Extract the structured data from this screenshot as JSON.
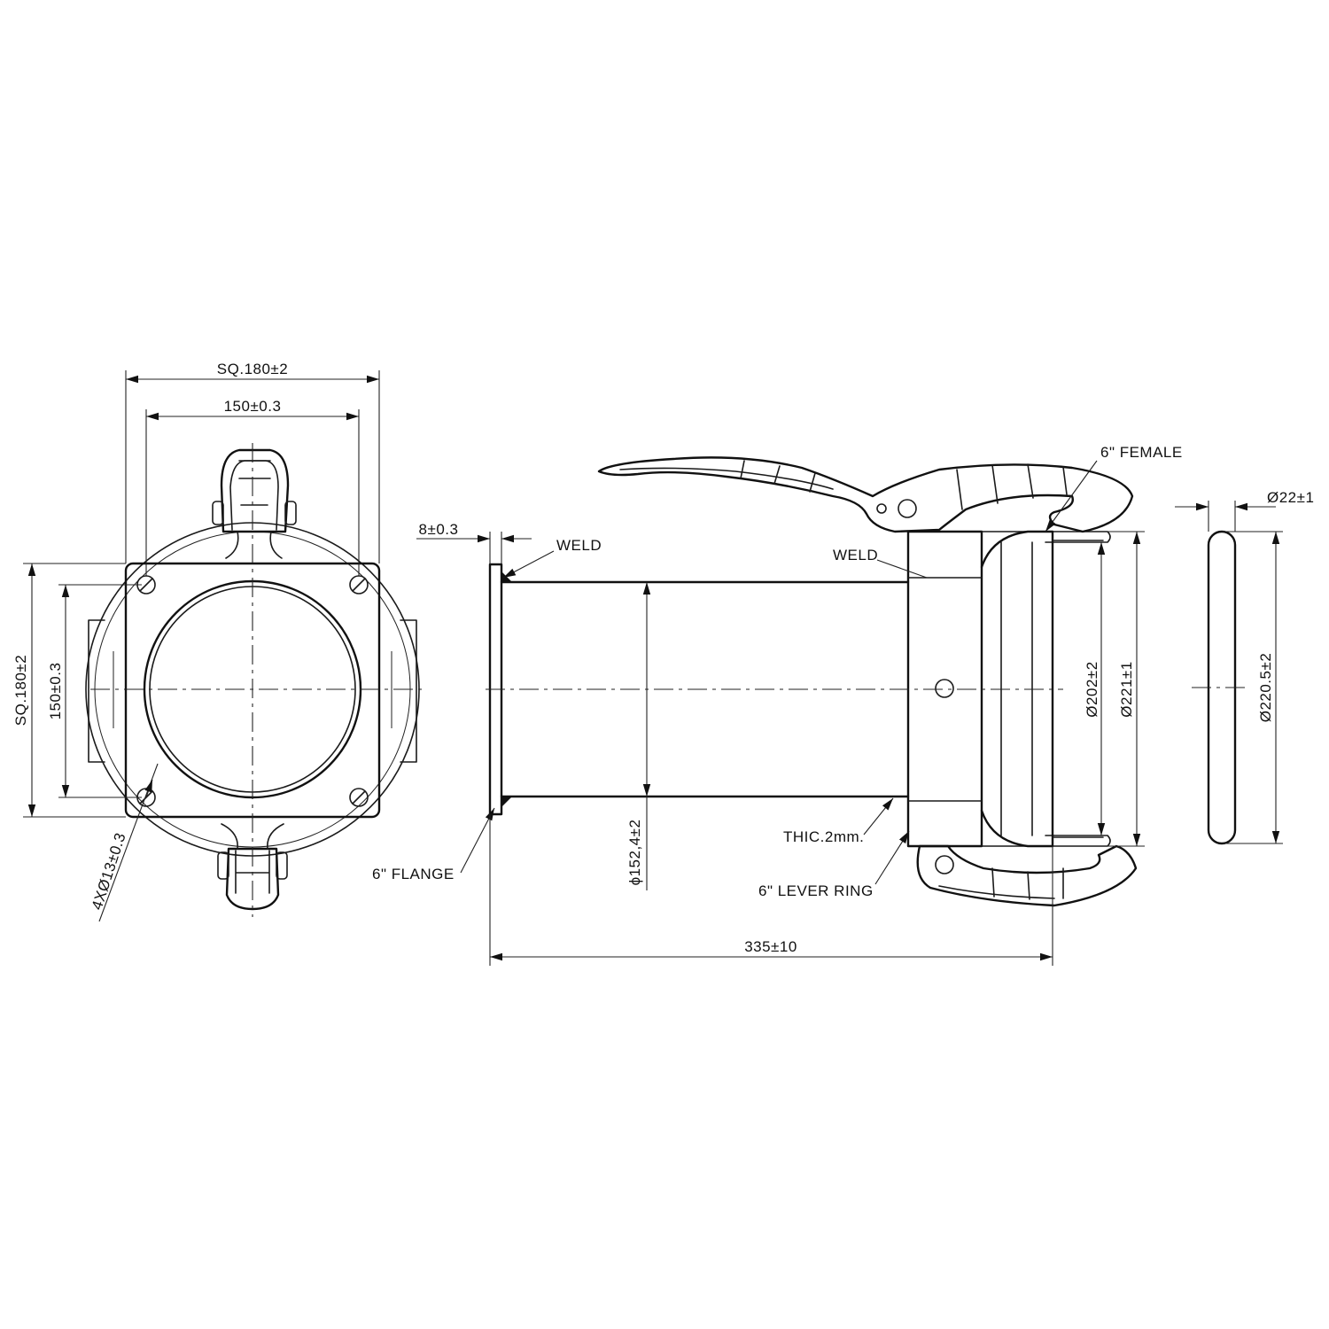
{
  "front_view": {
    "dim_square_width": "SQ.180±2",
    "dim_hole_spacing_width": "150±0.3",
    "dim_square_height": "SQ.180±2",
    "dim_hole_spacing_height": "150±0.3",
    "dim_holes": "4XØ13±0.3"
  },
  "side_view": {
    "dim_flange_thickness": "8±0.3",
    "label_weld_flange": "WELD",
    "label_weld_coupling": "WELD",
    "label_female": "6\" FEMALE",
    "label_flange": "6\" FLANGE",
    "dim_pipe_diameter": "ϕ152,4±2",
    "label_thickness": "THIC.2mm.",
    "label_lever_ring": "6\" LEVER RING",
    "dim_overall_length": "335±10",
    "dim_inner_diameter": "Ø202±2",
    "dim_outer_diameter": "Ø221±1"
  },
  "gasket_view": {
    "dim_section": "Ø22±1",
    "dim_diameter": "Ø220.5±2"
  }
}
